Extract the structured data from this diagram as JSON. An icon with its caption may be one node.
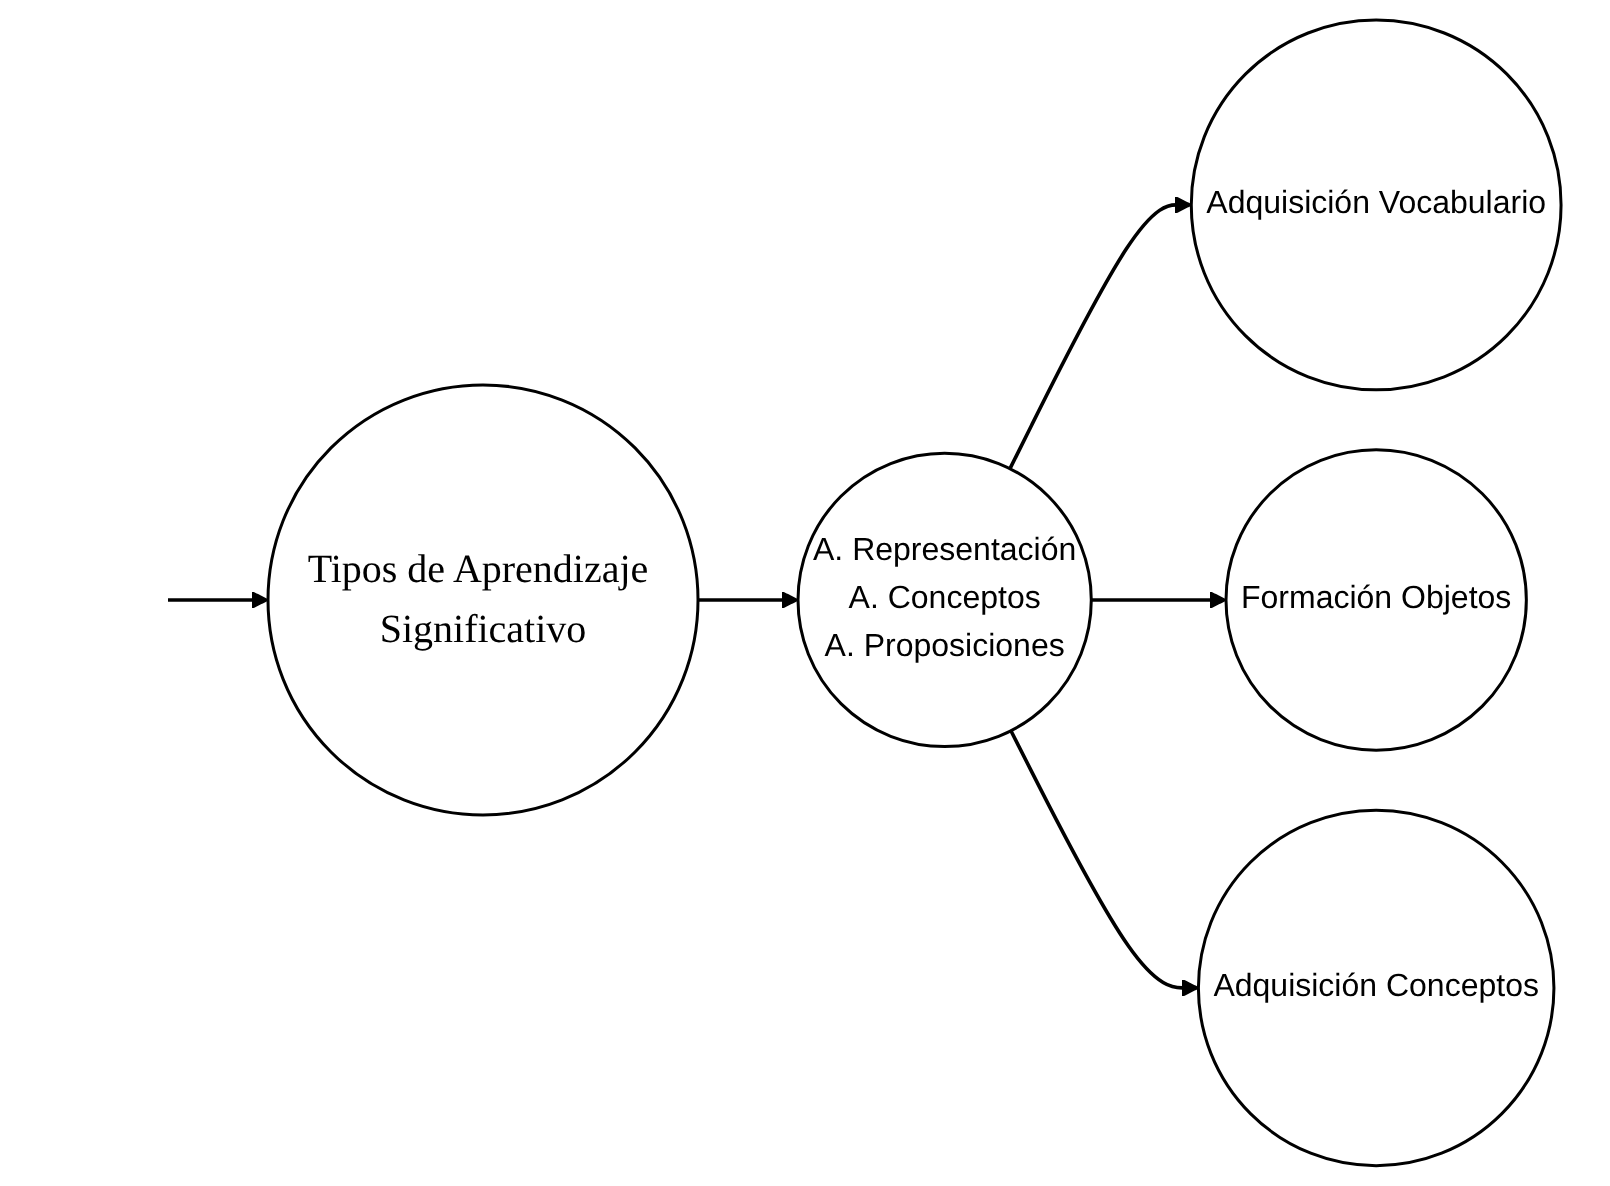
{
  "diagram": {
    "nodes": [
      {
        "text": [
          "Tipos de Aprendizaje Significativo"
        ]
      },
      {
        "text": [
          "A. Representación",
          "A. Conceptos",
          "A. Proposiciones"
        ]
      },
      {
        "text": [
          "Adquisición Vocabulario"
        ]
      },
      {
        "text": [
          "Formación Objetos"
        ]
      },
      {
        "text": [
          "Adquisición Conceptos"
        ]
      }
    ],
    "edges": [
      {
        "from": null,
        "to": 0,
        "arrow": "to"
      },
      {
        "from": 0,
        "to": 1,
        "arrow": "to"
      },
      {
        "from": 1,
        "to": 2,
        "arrow": "to"
      },
      {
        "from": 1,
        "to": 3,
        "arrow": "to"
      },
      {
        "from": 1,
        "to": 4,
        "arrow": "to"
      }
    ]
  }
}
